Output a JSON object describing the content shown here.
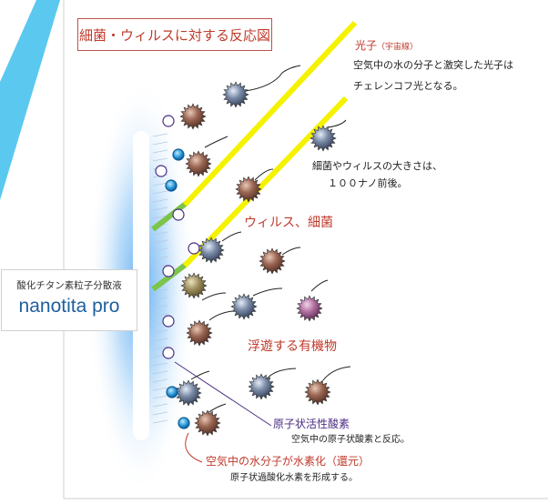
{
  "title": "細菌・ウィルスに対する反応図",
  "product": {
    "subtitle": "酸化チタン素粒子分散液",
    "name": "nanotita pro"
  },
  "labels": {
    "photon_title": "光子",
    "photon_sub": "（宇宙線）",
    "photon_desc_1": "空気中の水の分子と激突した光子は",
    "photon_desc_2": "チェレンコフ光となる。",
    "size_desc_1": "細菌やウィルスの大きさは、",
    "size_desc_2": "１００ナノ前後。",
    "virus": "ウィルス、細菌",
    "organic": "浮遊する有機物",
    "oxygen_title": "原子状活性酸素",
    "oxygen_desc": "空気中の原子状酸素と反応。",
    "water_title": "空気中の水分子が水素化（還元）",
    "water_desc": "原子状過酸化水素を形成する。"
  },
  "colors": {
    "accent_blue": "#5bc8f0",
    "beam_yellow": "#f5f200",
    "beam_green": "#7cc44a",
    "red_text": "#c0392b",
    "purple_text": "#4b2e83",
    "product_blue": "#1f5f9f",
    "virus_brown": "#7a4a3a",
    "virus_slate": "#5a6a82",
    "virus_olive": "#8a7a45",
    "virus_magenta": "#a84a8c"
  }
}
